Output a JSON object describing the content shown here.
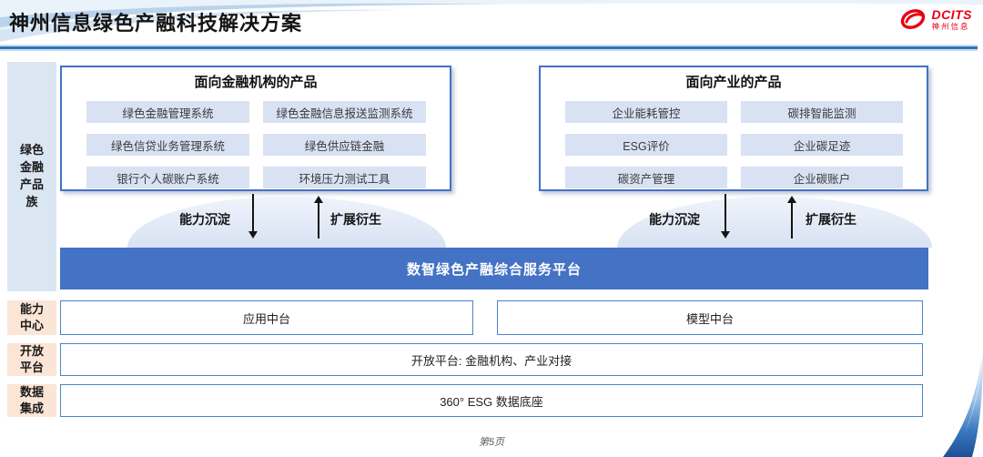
{
  "header": {
    "title": "神州信息绿色产融科技解决方案",
    "logo_brand": "DCITS",
    "logo_sub": "神州信息"
  },
  "family_label": "绿色金融产品族",
  "financial_box": {
    "title": "面向金融机构的产品",
    "items": [
      "绿色金融管理系统",
      "绿色金融信息报送监测系统",
      "绿色信贷业务管理系统",
      "绿色供应链金融",
      "银行个人碳账户系统",
      "环境压力测试工具"
    ]
  },
  "industry_box": {
    "title": "面向产业的产品",
    "items": [
      "企业能耗管控",
      "碳排智能监测",
      "ESG评价",
      "企业碳足迹",
      "碳资产管理",
      "企业碳账户"
    ]
  },
  "arrows": {
    "down_label": "能力沉淀",
    "up_label": "扩展衍生"
  },
  "platform_banner": "数智绿色产融综合服务平台",
  "layers": {
    "capability_label": "能力中心",
    "app_center": "应用中台",
    "model_center": "模型中台",
    "open_label": "开放平台",
    "open_content": "开放平台: 金融机构、产业对接",
    "data_label": "数据集成",
    "data_content": "360° ESG 数据底座"
  },
  "footer": {
    "page_number": "第5页"
  },
  "colors": {
    "banner_blue": "#4472c4",
    "box_border_blue": "#4472c4",
    "item_bg": "#d9e2f3",
    "family_bg": "#dbe6f3",
    "label_peach": "#fbe5d6",
    "underline_blue": "#2e75b6",
    "logo_red": "#e60012"
  }
}
